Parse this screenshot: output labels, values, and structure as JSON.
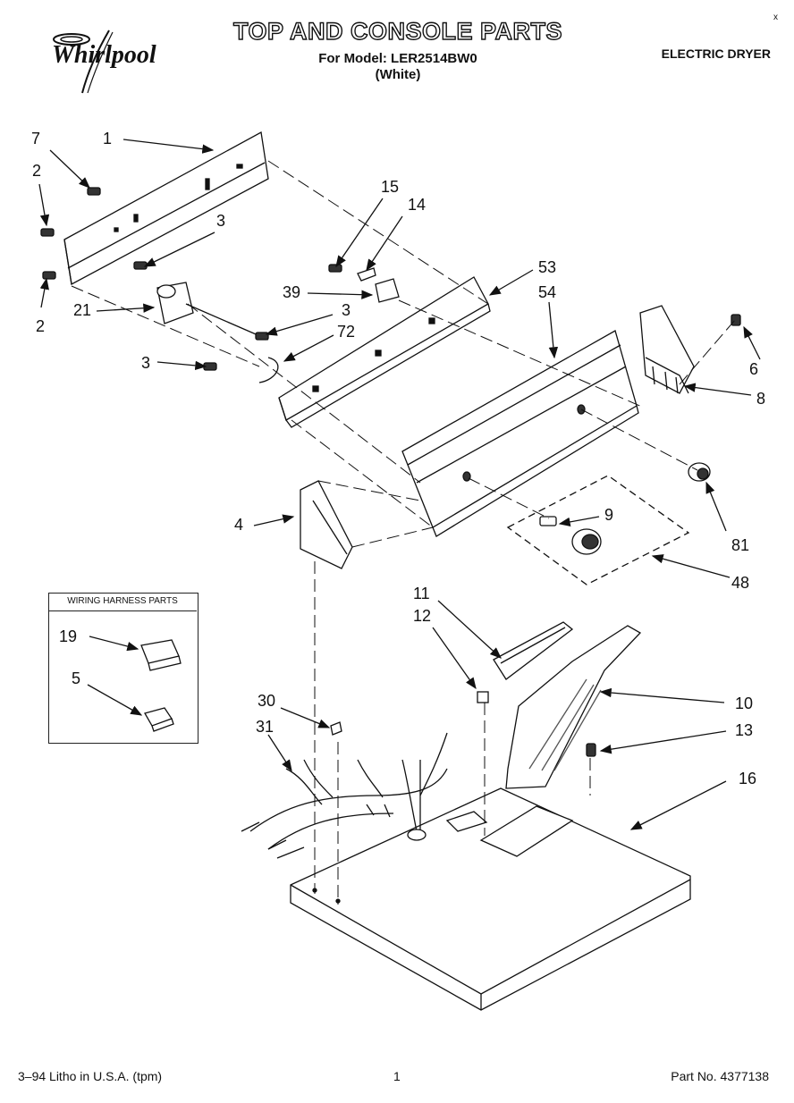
{
  "brand": "Whirlpool",
  "header": {
    "title": "TOP AND CONSOLE PARTS",
    "model_line": "For Model: LER2514BW0",
    "color_line": "(White)",
    "category": "ELECTRIC DRYER",
    "corner_mark": "x"
  },
  "legend": {
    "title": "WIRING HARNESS PARTS",
    "items": [
      "19",
      "5"
    ]
  },
  "callouts": {
    "c1": "1",
    "c7": "7",
    "c2a": "2",
    "c2b": "2",
    "c3a": "3",
    "c3b": "3",
    "c3c": "3",
    "c21": "21",
    "c72": "72",
    "c15": "15",
    "c14": "14",
    "c39": "39",
    "c53": "53",
    "c54": "54",
    "c6": "6",
    "c8": "8",
    "c4": "4",
    "c9": "9",
    "c81": "81",
    "c48": "48",
    "c11": "11",
    "c12": "12",
    "c10": "10",
    "c13": "13",
    "c16": "16",
    "c30": "30",
    "c31": "31"
  },
  "footer": {
    "left": "3–94 Litho in U.S.A. (tpm)",
    "center": "1",
    "right": "Part No. 4377138"
  }
}
